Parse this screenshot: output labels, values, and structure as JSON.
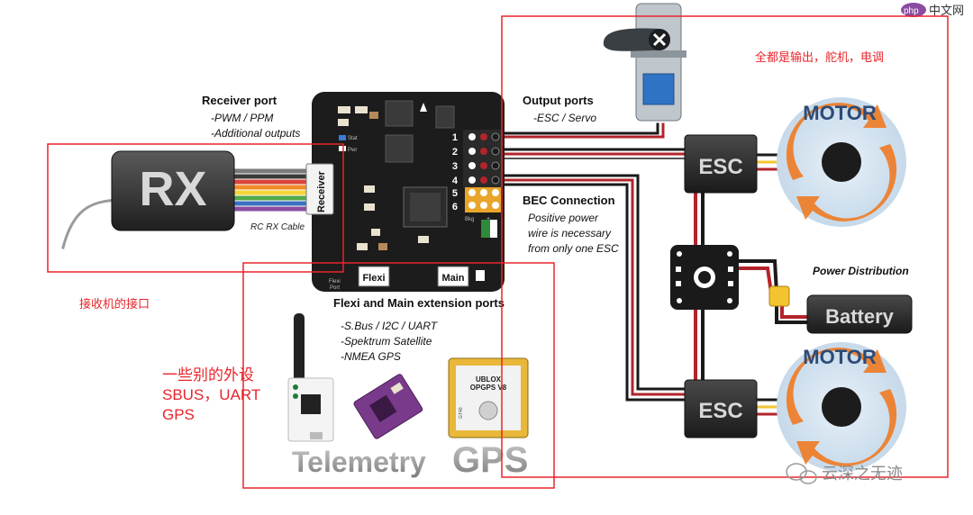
{
  "watermark": {
    "brand": "php",
    "text": "中文网"
  },
  "wechat": {
    "account": "云深之无迹"
  },
  "receiver": {
    "title": "Receiver port",
    "line1": "-PWM / PPM",
    "line2": "-Additional outputs",
    "rx_label": "RX",
    "cable_label": "RC RX Cable",
    "connector_label": "Receiver"
  },
  "board": {
    "stat": "Stat",
    "pwr": "Pwr",
    "port_numbers": [
      "1",
      "2",
      "3",
      "4",
      "5",
      "6"
    ],
    "flexi_port": "Flexi",
    "main_port": "Main",
    "flexi_small_1": "Flexi",
    "flexi_small_2": "Port",
    "bkg": "Bkg",
    "plus": "+"
  },
  "output": {
    "title": "Output ports",
    "line1": "-ESC / Servo"
  },
  "bec": {
    "title": "BEC Connection",
    "line1": "Positive power",
    "line2": "wire is necessary",
    "line3": "from only one ESC"
  },
  "extension": {
    "title": "Flexi and Main extension ports",
    "line1": "-S.Bus / I2C / UART",
    "line2": "-Spektrum Satellite",
    "line3": "-NMEA GPS"
  },
  "telemetry": {
    "label": "Telemetry"
  },
  "gps": {
    "label": "GPS",
    "module_line1": "UBLOX",
    "module_line2": "OPGPS V8",
    "module_small": "GT40"
  },
  "esc_top": {
    "label": "ESC"
  },
  "esc_bottom": {
    "label": "ESC"
  },
  "motor_top": {
    "label": "MOTOR"
  },
  "motor_bottom": {
    "label": "MOTOR"
  },
  "power": {
    "title": "Power Distribution",
    "battery_label": "Battery"
  },
  "annotations": {
    "outputs_note": "全都是输出，舵机，电调",
    "receiver_note": "接收机的接口",
    "periph_line1": "一些别的外设",
    "periph_line2": "SBUS，UART",
    "periph_line3": "GPS"
  },
  "colors": {
    "annotation_red": "#e8252b",
    "wire_red": "#b3242b",
    "wire_black": "#1a1a1a",
    "board": "#1c1c1c",
    "motor_halo": "#cfe0ee",
    "motor_arrow": "#f07a22"
  }
}
